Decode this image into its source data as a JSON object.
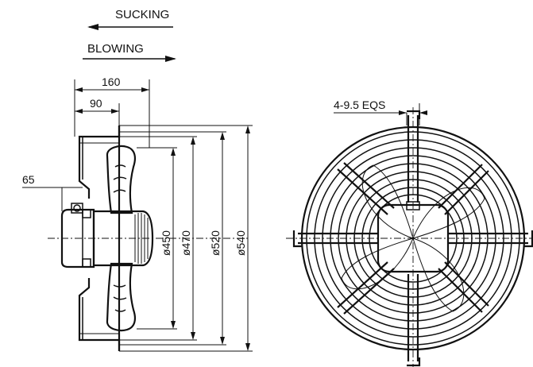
{
  "flow": {
    "sucking_label": "SUCKING",
    "blowing_label": "BLOWING"
  },
  "side_view": {
    "dim_160": "160",
    "dim_90": "90",
    "dim_65": "65",
    "dia_450": "ø450",
    "dia_470": "ø470",
    "dia_520": "ø520",
    "dia_540": "ø540"
  },
  "front_view": {
    "holes_label": "4-9.5 EQS"
  },
  "colors": {
    "line": "#111111",
    "background": "#ffffff"
  }
}
